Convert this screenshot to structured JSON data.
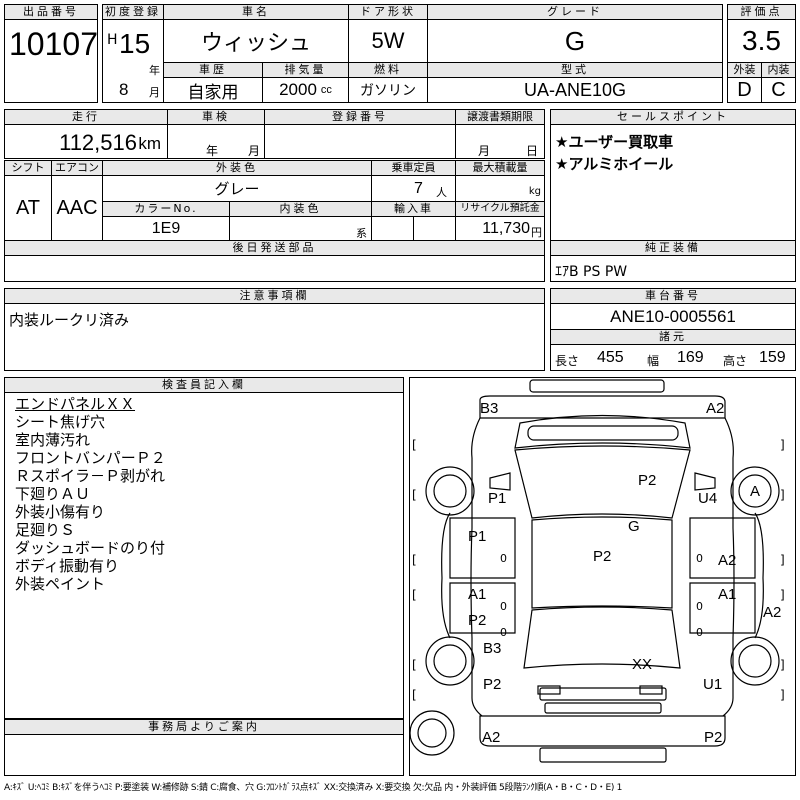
{
  "header": {
    "lot_label": "出品番号",
    "lot_no": "10107",
    "first_reg_label": "初度登録",
    "era": "H",
    "year": "15",
    "year_unit": "年",
    "month": "8",
    "month_unit": "月",
    "car_name_label": "車名",
    "car_name": "ウィッシュ",
    "door_label": "ドア形状",
    "door": "5W",
    "grade_label": "グレード",
    "grade": "G",
    "score_label": "評価点",
    "score": "3.5",
    "history_label": "車歴",
    "history": "自家用",
    "displacement_label": "排気量",
    "displacement": "2000",
    "displacement_unit": "cc",
    "fuel_label": "燃料",
    "fuel": "ガソリン",
    "model_label": "型式",
    "model": "UA-ANE10G",
    "ext_label": "外装",
    "ext": "D",
    "int_label": "内装",
    "int": "C"
  },
  "details": {
    "mileage_label": "走行",
    "mileage": "112,516",
    "mileage_unit": "km",
    "inspection_label": "車検",
    "insp_year_unit": "年",
    "insp_month_unit": "月",
    "reg_label": "登録番号",
    "transfer_label": "譲渡書類期限",
    "tr_month_unit": "月",
    "tr_day_unit": "日",
    "shift_label": "シフト",
    "shift": "AT",
    "ac_label": "エアコン",
    "ac": "AAC",
    "ext_color_label": "外装色",
    "ext_color": "グレー",
    "seats_label": "乗車定員",
    "seats": "7",
    "seats_unit": "人",
    "load_label": "最大積載量",
    "load_unit": "kg",
    "color_no_label": "カラーNo.",
    "color_no": "1E9",
    "int_color_label": "内装色",
    "int_color_suffix": "系",
    "import_label": "輸入車",
    "recycle_label": "リサイクル預託金",
    "recycle": "11,730",
    "recycle_unit": "円",
    "later_parts_label": "後日発送部品"
  },
  "sales": {
    "label": "セールスポイント",
    "points": [
      "★ユーザー買取車",
      "★アルミホイール"
    ]
  },
  "equipment": {
    "label": "純正装備",
    "value": "ｴｱB PS PW"
  },
  "notes": {
    "label": "注意事項欄",
    "value": "内装ルークリ済み"
  },
  "chassis": {
    "label": "車台番号",
    "value": "ANE10-0005561",
    "spec_label": "諸元",
    "length_label": "長さ",
    "length": "455",
    "width_label": "幅",
    "width": "169",
    "height_label": "高さ",
    "height": "159"
  },
  "inspector": {
    "label": "検査員記入欄",
    "lines": [
      "エンドパネルＸＸ",
      "シート焦げ穴",
      "室内薄汚れ",
      "フロントバンパーＰ２",
      "Ｒスポイラ－Ｐ剥がれ",
      "下廻りＡＵ",
      "外装小傷有り",
      "足廻りＳ",
      "ダッシュボードのり付",
      "ボディ振動有り",
      "外装ペイント"
    ]
  },
  "office": {
    "label": "事務局よりご案内"
  },
  "diagram": {
    "labels": [
      "B3",
      "A2",
      "P1",
      "P2",
      "U4",
      "A",
      "P1",
      "G",
      "P2",
      "A2",
      "A1",
      "A1",
      "P2",
      "A2",
      "B3",
      "XX",
      "P2",
      "U1",
      "A2",
      "P2"
    ],
    "brackets": [
      "[",
      "]",
      "[",
      "]",
      "[",
      "]",
      "[",
      "]",
      "[",
      "]",
      "[",
      "]"
    ],
    "zeros": [
      "0",
      "0",
      "0",
      "0",
      "0",
      "0"
    ]
  },
  "legend": "A:ｷｽﾞ U:ﾍｺﾐ B:ｷｽﾞを伴うﾍｺﾐ P:要塗装 W:補修跡 S:錆 C:腐食、穴 G:ﾌﾛﾝﾄｶﾞﾗｽ点ｷｽﾞ XX:交換済み X:要交換 欠:欠品 内・外装評価 5段階ﾗﾝｸ順(A・B・C・D・E) 1"
}
